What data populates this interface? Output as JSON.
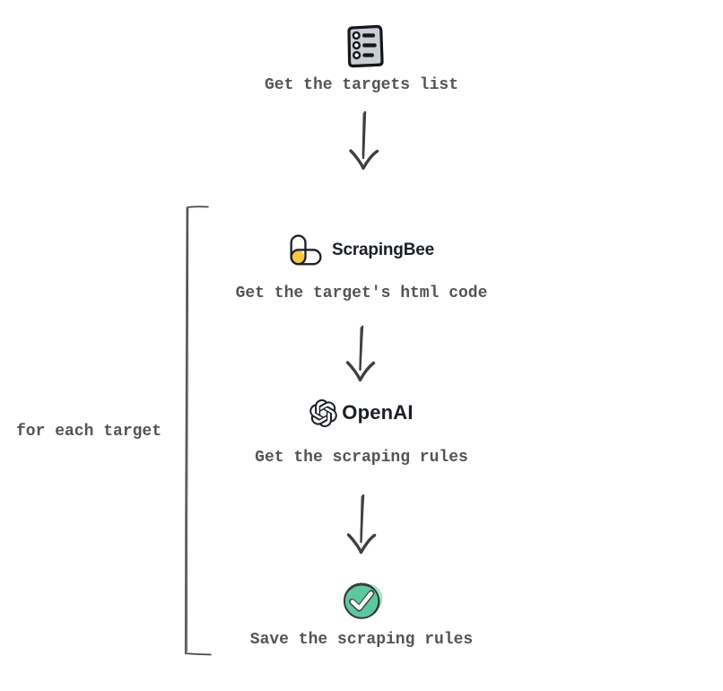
{
  "flow": {
    "loop_label": "for each target",
    "steps": [
      {
        "name": "get-targets-list",
        "icon": "list-icon",
        "label": "Get the targets list"
      },
      {
        "name": "get-target-html",
        "brand": "ScrapingBee",
        "label": "Get the target's html code"
      },
      {
        "name": "get-scraping-rules",
        "brand": "OpenAI",
        "label": "Get the scraping rules"
      },
      {
        "name": "save-scraping-rules",
        "icon": "check-icon",
        "label": "Save the scraping rules"
      }
    ],
    "colors": {
      "label_text": "#545454",
      "brand_text": "#1b1f26",
      "bee_yellow": "#fdc63e",
      "icon_fill": "#c9ced3",
      "icon_stroke": "#15171b",
      "check_green": "#5ec79e",
      "check_green_light": "#a5e6cb",
      "arrow": "#3f3f3f",
      "bracket": "#4a4a4a",
      "page_bg": "#ffffff"
    }
  }
}
